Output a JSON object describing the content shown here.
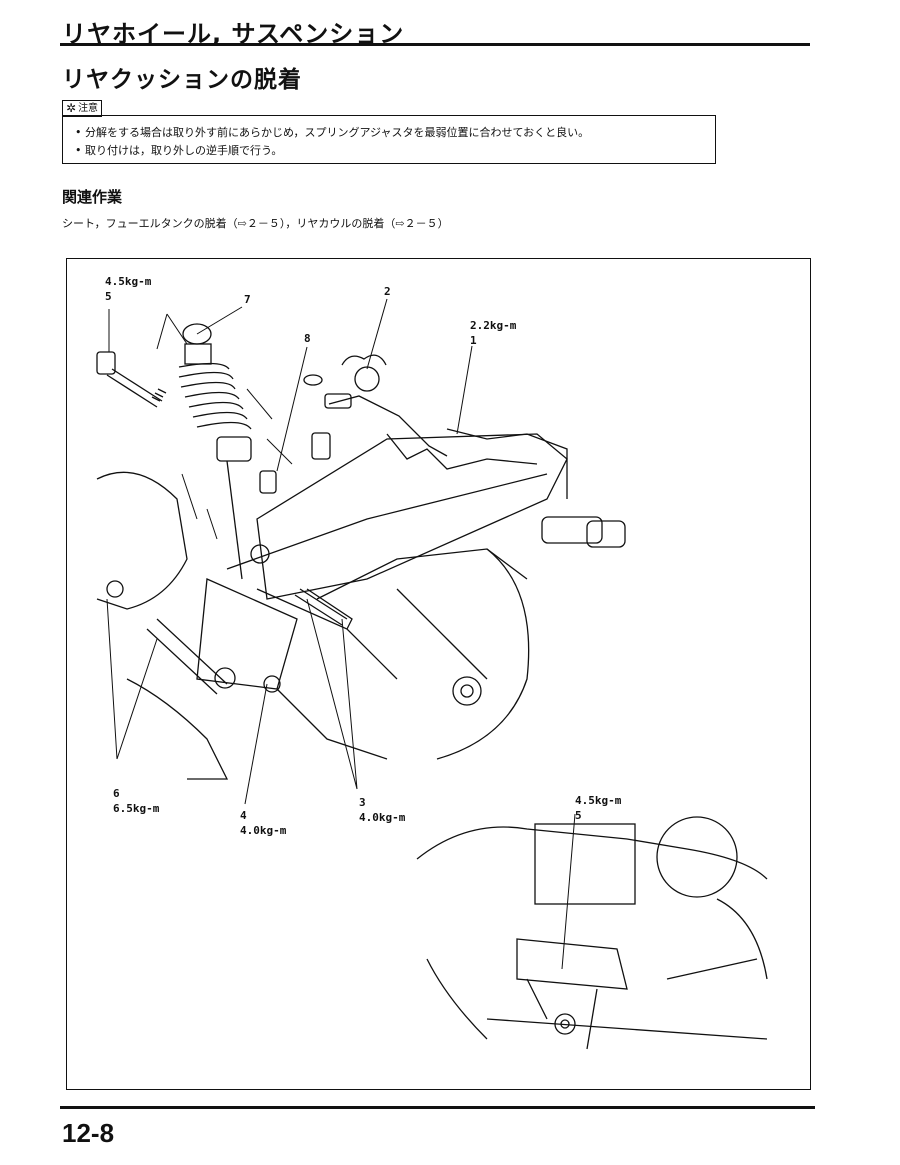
{
  "header": {
    "chapter_title": "リヤホイール, サスペンション",
    "section_title": "リヤクッションの脱着"
  },
  "caution": {
    "badge_label": "注意",
    "items": [
      "分解をする場合は取り外す前にあらかじめ，スプリングアジャスタを最弱位置に合わせておくと良い。",
      "取り付けは，取り外しの逆手順で行う。"
    ]
  },
  "related_work": {
    "heading": "関連作業",
    "text": "シート，フューエルタンクの脱着（⇨２－５），リヤカウルの脱着（⇨２－５）"
  },
  "figure": {
    "callouts": {
      "c5_top_torque": "4.5kg-m",
      "c5_top_num": "5",
      "c7_num": "7",
      "c8_num": "8",
      "c2_num": "2",
      "c1_torque": "2.2kg-m",
      "c1_num": "1",
      "c6_num": "6",
      "c6_torque": "6.5kg-m",
      "c4_num": "4",
      "c4_torque": "4.0kg-m",
      "c3_num": "3",
      "c3_torque": "4.0kg-m",
      "c5_inset_torque": "4.5kg-m",
      "c5_inset_num": "5"
    }
  },
  "footer": {
    "page_number": "12-8"
  }
}
